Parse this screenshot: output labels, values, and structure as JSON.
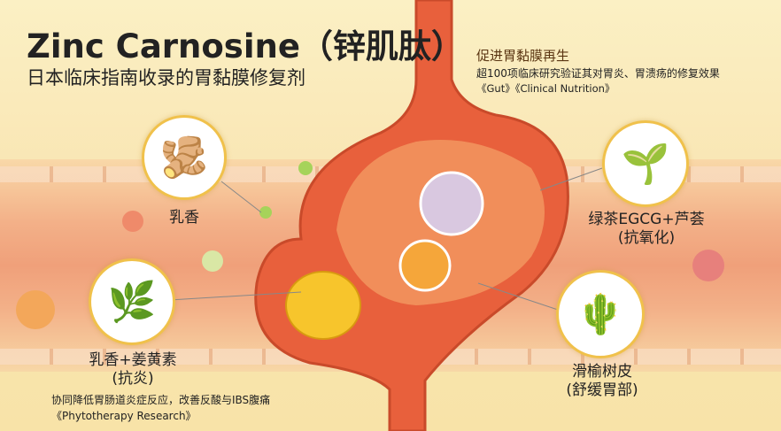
{
  "header": {
    "title": "Zinc Carnosine（锌肌肽）",
    "subtitle": "日本临床指南收录的胃黏膜修复剂"
  },
  "top_right": {
    "heading": "促进胃黏膜再生",
    "text": "超100项临床研究验证其对胃炎、胃溃疡的修复效果",
    "refs": "《Gut》《Clinical Nutrition》"
  },
  "ingredients": [
    {
      "label": "乳香",
      "icon": "ginger-icon"
    },
    {
      "label": "乳香+姜黄素",
      "sub": "(抗炎)",
      "icon": "herb-leaves-icon"
    },
    {
      "label": "绿茶EGCG+芦荟",
      "sub": "(抗氧化)",
      "icon": "green-tea-icon"
    },
    {
      "label": "滑榆树皮",
      "sub": "(舒缓胃部)",
      "icon": "aloe-icon"
    }
  ],
  "bottom_note": {
    "text": "协同降低胃肠道炎症反应，改善反酸与IBS腹痛",
    "ref": "《Phytotherapy Research》"
  },
  "colors": {
    "accent": "#f0c14b",
    "stomach": "#e8603c",
    "background": "#fbf0c4"
  }
}
